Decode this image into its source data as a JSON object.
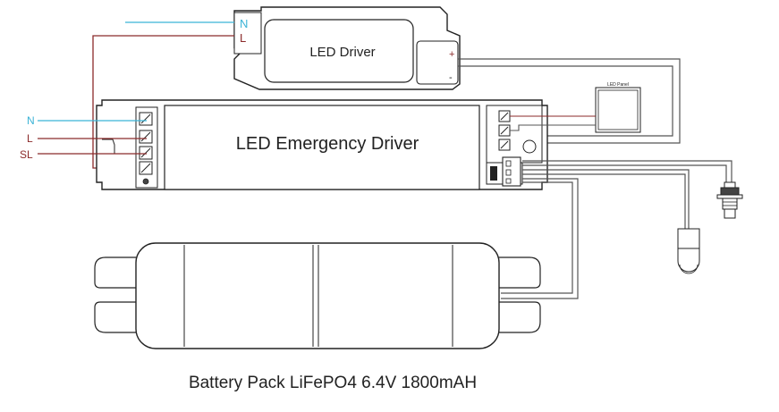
{
  "colors": {
    "neutral": "#3bb3d6",
    "live": "#8b2a2a",
    "outline": "#222222",
    "cable": "#555555"
  },
  "led_driver": {
    "title": "LED Driver",
    "terminal_n": "N",
    "terminal_l": "L",
    "plus": "+",
    "minus": "-"
  },
  "emergency_driver": {
    "title": "LED Emergency Driver"
  },
  "input_labels": {
    "n": "N",
    "l": "L",
    "sl": "SL"
  },
  "led_panel": {
    "label": "LED Panel"
  },
  "battery": {
    "caption": "Battery Pack LiFePO4 6.4V 1800mAH"
  },
  "icons": {
    "test_switch": "push-button-icon",
    "indicator": "led-indicator-icon"
  }
}
